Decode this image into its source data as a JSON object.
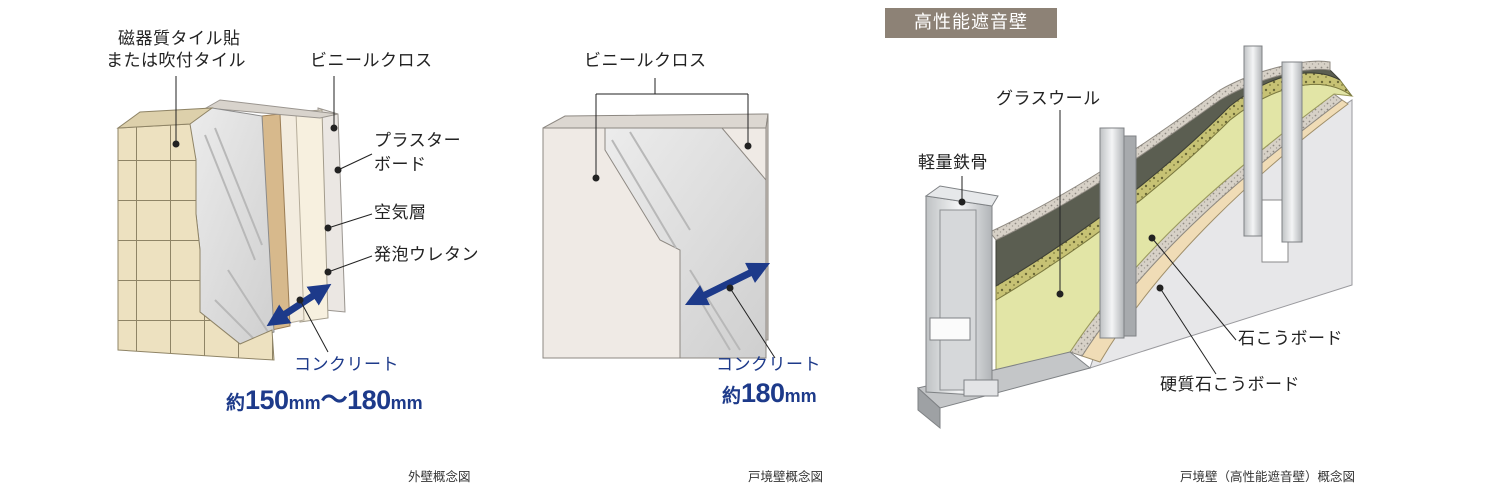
{
  "diagram1": {
    "label_tile": [
      "磁器質タイル貼",
      "または吹付タイル"
    ],
    "label_vinyl": "ビニールクロス",
    "label_plaster": [
      "プラスター",
      "ボード"
    ],
    "label_air": "空気層",
    "label_urethane": "発泡ウレタン",
    "label_concrete": "コンクリート",
    "thickness_prefix": "約",
    "thickness_num1": "150",
    "thickness_unit1": "mm",
    "thickness_sep": "～",
    "thickness_num2": "180",
    "thickness_unit2": "mm",
    "caption": "外壁概念図"
  },
  "diagram2": {
    "label_vinyl": "ビニールクロス",
    "label_concrete": "コンクリート",
    "thickness_prefix": "約",
    "thickness_num": "180",
    "thickness_unit": "mm",
    "caption": "戸境壁概念図"
  },
  "diagram3": {
    "badge": "高性能遮音壁",
    "label_glasswool": "グラスウール",
    "label_steel": "軽量鉄骨",
    "label_gypsum": "石こうボード",
    "label_hard_gypsum": "硬質石こうボード",
    "caption": "戸境壁（高性能遮音壁）概念図"
  },
  "colors": {
    "tile": "#ede1c0",
    "concrete": "#dedede",
    "board": "#efe8e2",
    "glasswool": "#e2e5a6",
    "arrow": "#1d3a8a",
    "badge": "#8d8276"
  }
}
